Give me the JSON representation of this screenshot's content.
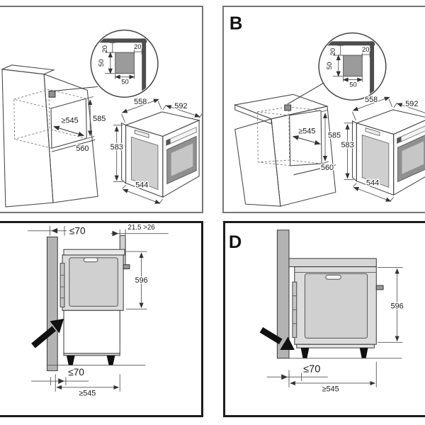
{
  "panels": {
    "a": {
      "detail": {
        "clearance_top": "20",
        "clearance_right": "20",
        "block_height": "50",
        "block_width": "50"
      },
      "niche": {
        "width": "≥545",
        "height": "585",
        "depth": "560"
      },
      "oven": {
        "top_depth": "558",
        "top_width": "592",
        "height": "583",
        "bottom_depth": "544"
      }
    },
    "b": {
      "letter": "B",
      "detail": {
        "clearance_top": "20",
        "clearance_right": "20",
        "block_height": "50",
        "block_width": "50"
      },
      "niche": {
        "width": "≥545",
        "height": "585",
        "depth": "560"
      },
      "oven": {
        "top_depth": "558",
        "top_width": "592",
        "height": "583",
        "bottom_depth": "544"
      }
    },
    "c": {
      "top_gap": "≤70",
      "panel_thickness": "21.5 >26",
      "oven_height": "596",
      "bottom_gap": "≤70",
      "niche_width": "≥545"
    },
    "d": {
      "letter": "D",
      "oven_height": "596",
      "bottom_gap": "≤70",
      "niche_width": "≥545"
    }
  }
}
